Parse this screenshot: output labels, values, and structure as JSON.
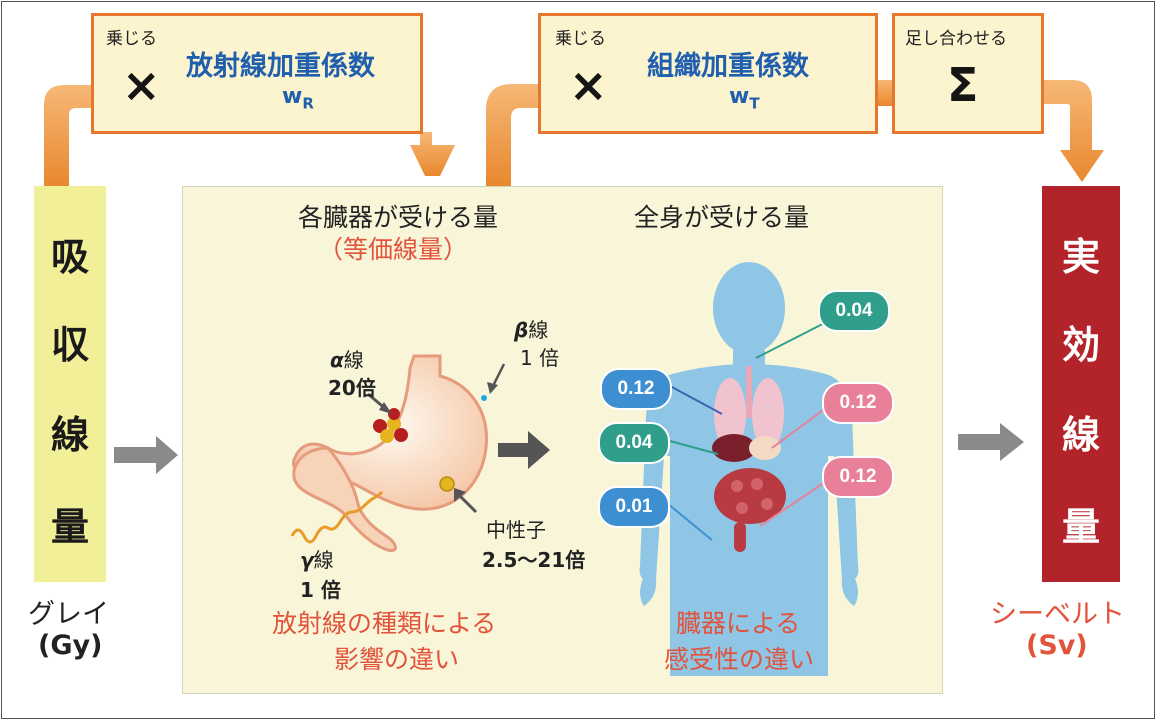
{
  "operations": {
    "multiply_wr": {
      "label": "乗じる",
      "symbol": "×",
      "name": "放射線加重係数",
      "sym_main": "w",
      "sym_sub": "R"
    },
    "multiply_wt": {
      "label": "乗じる",
      "symbol": "×",
      "name": "組織加重係数",
      "sym_main": "w",
      "sym_sub": "T"
    },
    "sum": {
      "label": "足し合わせる",
      "symbol": "Σ"
    }
  },
  "absorbed_dose": {
    "chars": [
      "吸",
      "収",
      "線",
      "量"
    ],
    "unit_name": "グレイ",
    "unit_symbol": "(Gy)"
  },
  "effective_dose": {
    "chars": [
      "実",
      "効",
      "線",
      "量"
    ],
    "unit_name": "シーベルト",
    "unit_symbol": "(Sv)"
  },
  "organ_dose": {
    "title": "各臓器が受ける量",
    "subtitle": "（等価線量）"
  },
  "whole_body": {
    "title": "全身が受ける量"
  },
  "radiation": {
    "alpha": {
      "name": "α",
      "suffix": "線",
      "factor": "20倍"
    },
    "beta": {
      "name": "β",
      "suffix": "線",
      "factor": "1 倍"
    },
    "gamma": {
      "name": "γ",
      "suffix": "線",
      "factor": "1 倍"
    },
    "neutron": {
      "name": "中性子",
      "factor": "2.5〜21倍"
    }
  },
  "captions": {
    "radiation_line1": "放射線の種類による",
    "radiation_line2": "影響の違い",
    "organ_line1": "臓器による",
    "organ_line2": "感受性の違い"
  },
  "tissue_weights": {
    "upper_right": "0.04",
    "upper_left": "0.12",
    "middle_right": "0.12",
    "middle_left": "0.04",
    "lower_right": "0.12",
    "lower_left": "0.01"
  },
  "colors": {
    "orange_border": "#e8772e",
    "factor_blue": "#1f5fae",
    "absorbed_bg": "#f1ef98",
    "effective_bg": "#b3232a",
    "caption_red": "#e2533b",
    "teal": "#2f9e8a",
    "pink": "#e8809a",
    "blue": "#3e8fd2"
  }
}
